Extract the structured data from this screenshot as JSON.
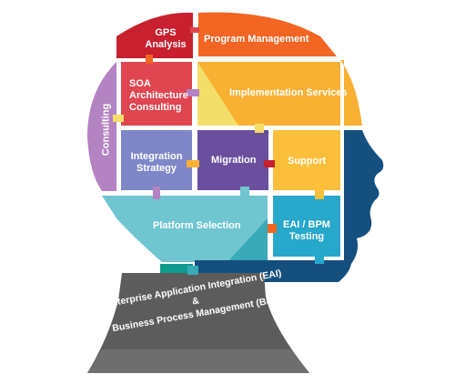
{
  "diagram": {
    "modules": {
      "gps": "GPS Analysis",
      "program": "Program Management",
      "consulting": "Consulting",
      "soa": "SOA Architecture Consulting",
      "implementation": "Implementation Services",
      "integration": "Integration Strategy",
      "migration": "Migration",
      "support": "Support",
      "platform": "Platform Selection",
      "eai_bpm": "EAI / BPM Testing"
    },
    "neck": {
      "line1": "Enterprise Application Integration (EAI)",
      "line2": "&",
      "line3": "Business Process Management (BPM)"
    },
    "colors": {
      "gps": "#c8202f",
      "program": "#f26522",
      "consulting": "#b483c1",
      "soa": "#e0464f",
      "implementation": "#f8b133",
      "implementation_light": "#f4de6a",
      "integration": "#7f87c8",
      "migration": "#6a4f9e",
      "support": "#fbbf3b",
      "platform": "#6fc5d0",
      "platform_dark": "#3aa9b8",
      "eai_bpm": "#27a7c9",
      "face": "#154f7e",
      "neck": "#5c5c5c",
      "connector": "#0f9a8e"
    }
  }
}
